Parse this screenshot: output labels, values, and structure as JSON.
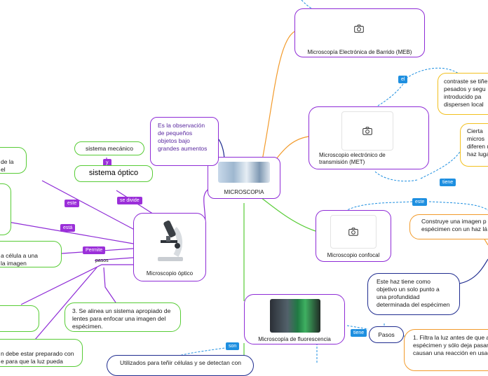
{
  "central": {
    "title": "MICROSCOPIA"
  },
  "definition": {
    "text": "Es la observación de pequeños objetos bajo grandes aumentos"
  },
  "optical": {
    "title": "Microscopio óptico",
    "system_mechanical": "sistema mecánico",
    "system_optical": "sistema óptico",
    "label_y": "y",
    "label_se_divide": "se divide",
    "label_este": "este",
    "label_esta": "está",
    "label_permite": "Permite",
    "label_pasos": "pasos",
    "left_top": "de la\nel",
    "left_permite": "a célula a una\nla imagen",
    "step3": "3. Se alinea un sistema apropiado de lentes para enfocar una imagen del espécimen.",
    "step_bottom": "n debe estar preparado con\ne para que la luz pueda"
  },
  "meb": {
    "title": "Microscopía Electrónica de Barrido (MEB)"
  },
  "met": {
    "title": "Microscopio electrónico de transmisión            (MET)",
    "label_el": "el",
    "label_tiene": "tiene",
    "note_contrast": "contraste se tiñe pesados y segu introducido pa dispersen local",
    "note_cierta": "Cierta micros diferen un haz lugar d"
  },
  "confocal": {
    "title": "Microscopio confocal",
    "label_este": "este",
    "construye": "Construye una imagen p espécimen con un haz lá",
    "haz": "Este haz tiene como objetivo un solo punto a una profundidad determinada del espécimen"
  },
  "fluorescence": {
    "title": "Microscopía de fluorescencia",
    "label_tiene": "tiene",
    "label_son": "son",
    "pasos": "Pasos",
    "step1": "1. Filtra la luz antes de que a espécimen y sólo deja pasar que causan una reacción en usado.",
    "utilizados": "Utilizados para teñir células y se detectan con"
  },
  "colors": {
    "purple": "#8e2bd6",
    "green": "#57cc35",
    "yellow": "#f2c01e",
    "orange": "#f29a2a",
    "navy": "#1f2c8f",
    "blue": "#1e8fe0"
  }
}
